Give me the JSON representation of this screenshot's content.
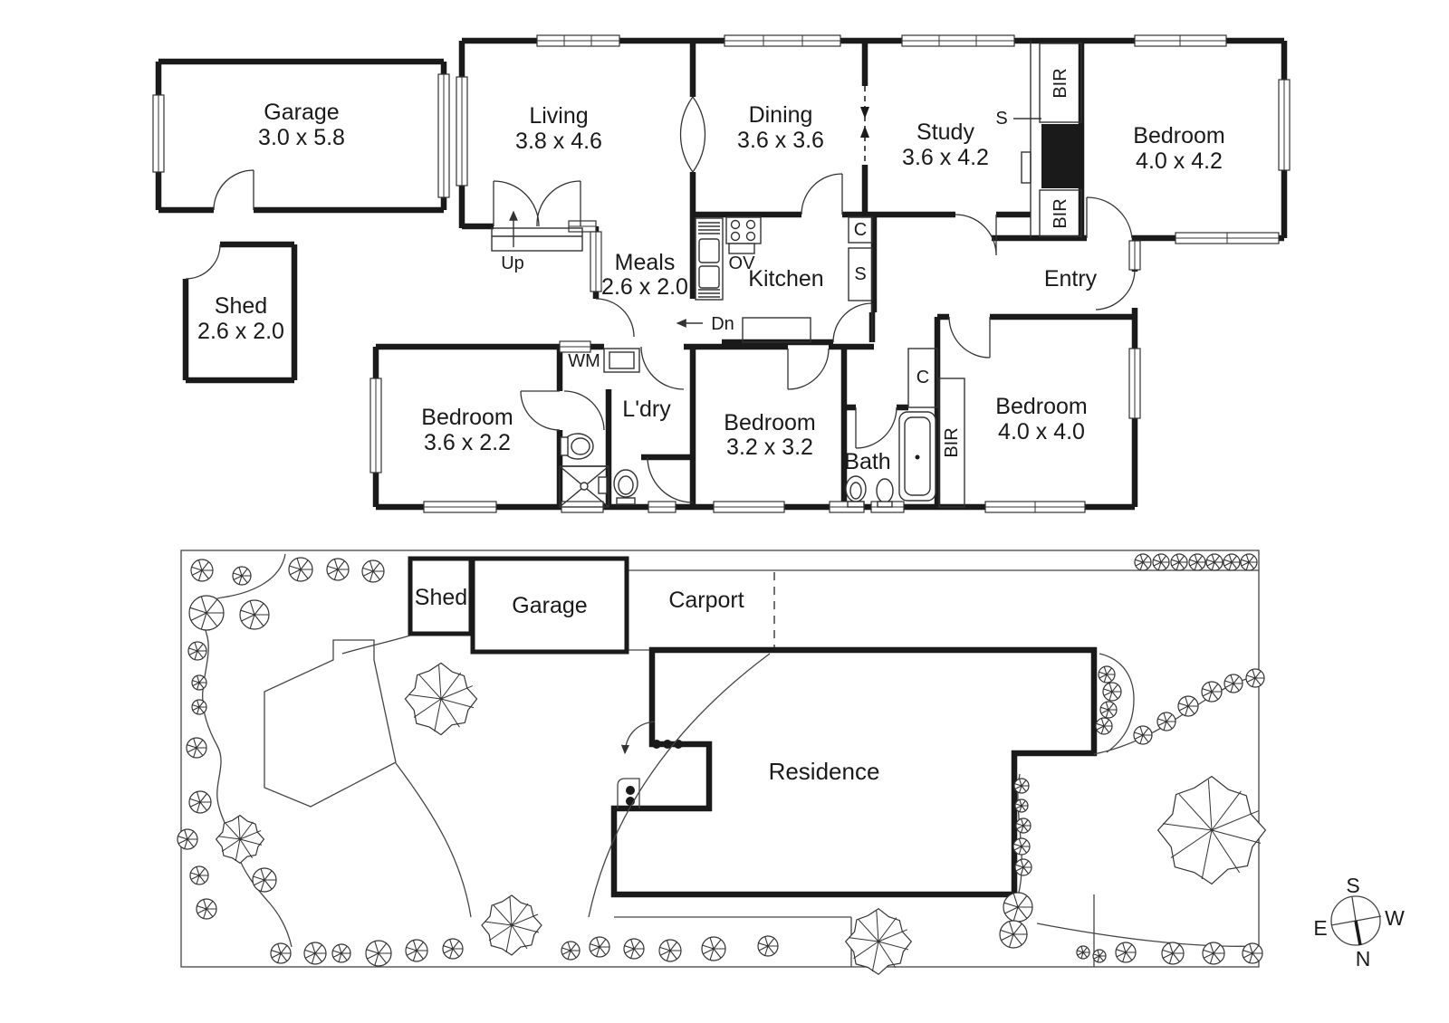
{
  "floorplan": {
    "garage": {
      "name": "Garage",
      "dims": "3.0 x 5.8"
    },
    "shed": {
      "name": "Shed",
      "dims": "2.6 x 2.0"
    },
    "living": {
      "name": "Living",
      "dims": "3.8 x 4.6"
    },
    "dining": {
      "name": "Dining",
      "dims": "3.6 x 3.6"
    },
    "study": {
      "name": "Study",
      "dims": "3.6 x 4.2"
    },
    "bedroom_ne": {
      "name": "Bedroom",
      "dims": "4.0 x 4.2"
    },
    "meals": {
      "name": "Meals",
      "dims": "2.6 x 2.0"
    },
    "kitchen": {
      "name": "Kitchen"
    },
    "entry": {
      "name": "Entry"
    },
    "bedroom_sw": {
      "name": "Bedroom",
      "dims": "3.6 x 2.2"
    },
    "laundry": {
      "name": "L'dry"
    },
    "bedroom_s": {
      "name": "Bedroom",
      "dims": "3.2 x 3.2"
    },
    "bath": {
      "name": "Bath"
    },
    "bedroom_se": {
      "name": "Bedroom",
      "dims": "4.0 x 4.0"
    },
    "annotations": {
      "up": "Up",
      "dn": "Dn",
      "wm": "WM",
      "ov": "OV",
      "bir": "BIR",
      "c": "C",
      "s": "S"
    }
  },
  "siteplan": {
    "shed": "Shed",
    "garage": "Garage",
    "carport": "Carport",
    "residence": "Residence",
    "compass": {
      "n": "N",
      "s": "S",
      "e": "E",
      "w": "W"
    }
  }
}
